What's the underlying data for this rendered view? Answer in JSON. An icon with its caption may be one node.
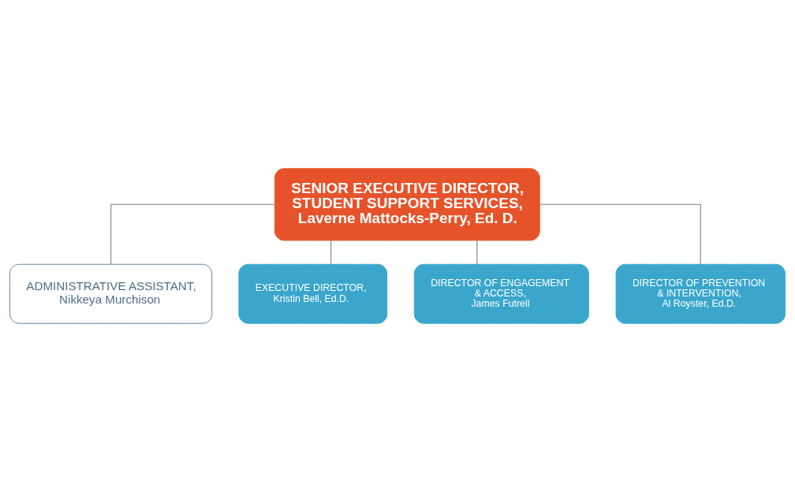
{
  "diagram": {
    "nodes": [
      {
        "text": [
          "SENIOR EXECUTIVE DIRECTOR, STUDENT SUPPORT SERVICES,",
          "Laverne Mattocks-Perry, Ed. D."
        ]
      },
      {
        "text": [
          "ADMINISTRATIVE ASSISTANT,",
          "Nikkeya Murchison"
        ]
      },
      {
        "text": [
          "EXECUTIVE DIRECTOR,",
          "Kristin Bell, Ed.D."
        ]
      },
      {
        "text": [
          "DIRECTOR OF ENGAGEMENT & ACCESS,",
          "James Futrell"
        ]
      },
      {
        "text": [
          "DIRECTOR OF PREVENTION & INTERVENTION,",
          "Al Royster, Ed.D."
        ]
      }
    ],
    "edges": [
      {
        "from": 0,
        "to": 1,
        "arrow": "none"
      },
      {
        "from": 0,
        "to": 2,
        "arrow": "none"
      },
      {
        "from": 0,
        "to": 3,
        "arrow": "none"
      },
      {
        "from": 0,
        "to": 4,
        "arrow": "none"
      }
    ]
  }
}
